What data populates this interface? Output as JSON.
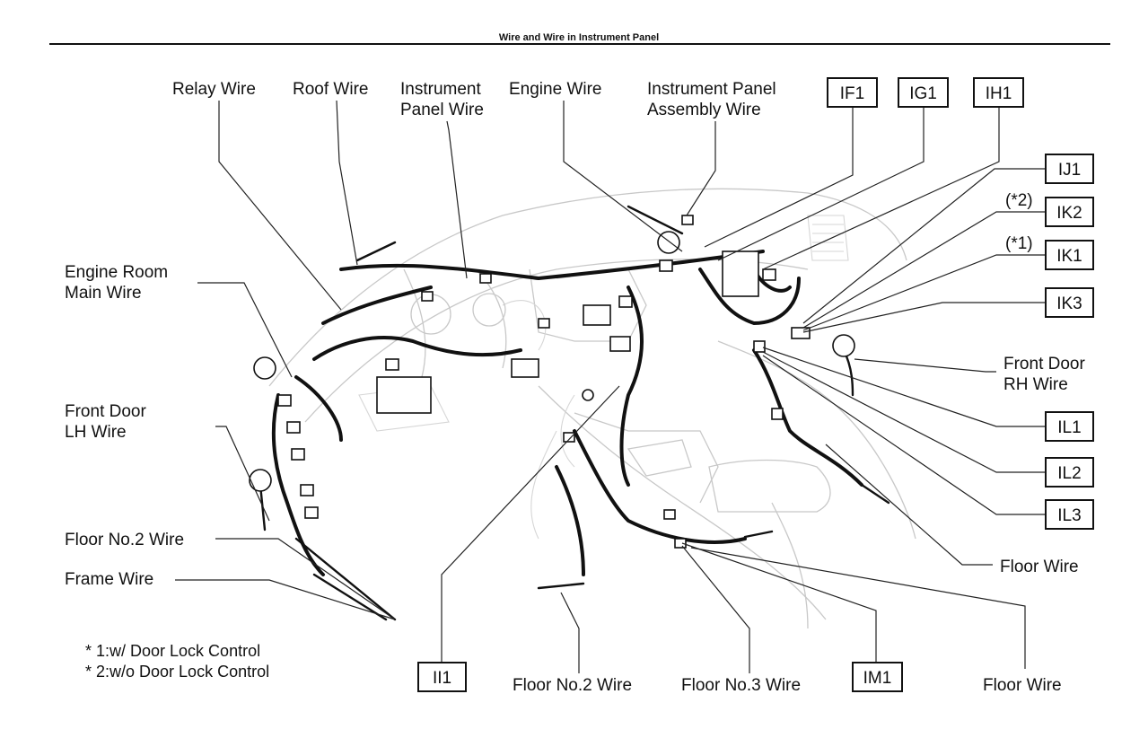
{
  "title": "Wire and Wire in Instrument Panel",
  "labels": {
    "relay_wire": "Relay Wire",
    "roof_wire": "Roof Wire",
    "instrument_panel_wire_1": "Instrument",
    "instrument_panel_wire_2": "Panel Wire",
    "engine_wire": "Engine Wire",
    "ip_assembly_wire_1": "Instrument Panel",
    "ip_assembly_wire_2": "Assembly Wire",
    "engine_room_main_wire_1": "Engine Room",
    "engine_room_main_wire_2": "Main Wire",
    "front_door_lh_wire_1": "Front Door",
    "front_door_lh_wire_2": "LH Wire",
    "floor_no2_wire_left": "Floor No.2 Wire",
    "frame_wire": "Frame Wire",
    "front_door_rh_wire_1": "Front Door",
    "front_door_rh_wire_2": "RH Wire",
    "floor_wire_right": "Floor Wire",
    "floor_no2_wire_bottom": "Floor No.2 Wire",
    "floor_no3_wire_bottom": "Floor No.3 Wire",
    "floor_wire_bottom": "Floor Wire",
    "ik2_note": "(*2)",
    "ik1_note": "(*1)"
  },
  "codes": {
    "if1": "IF1",
    "ig1": "IG1",
    "ih1": "IH1",
    "ij1": "IJ1",
    "ik2": "IK2",
    "ik1": "IK1",
    "ik3": "IK3",
    "il1": "IL1",
    "il2": "IL2",
    "il3": "IL3",
    "ii1": "II1",
    "im1": "IM1"
  },
  "notes": {
    "note_1": "* 1:w/ Door Lock Control",
    "note_2": "* 2:w/o Door Lock Control"
  }
}
